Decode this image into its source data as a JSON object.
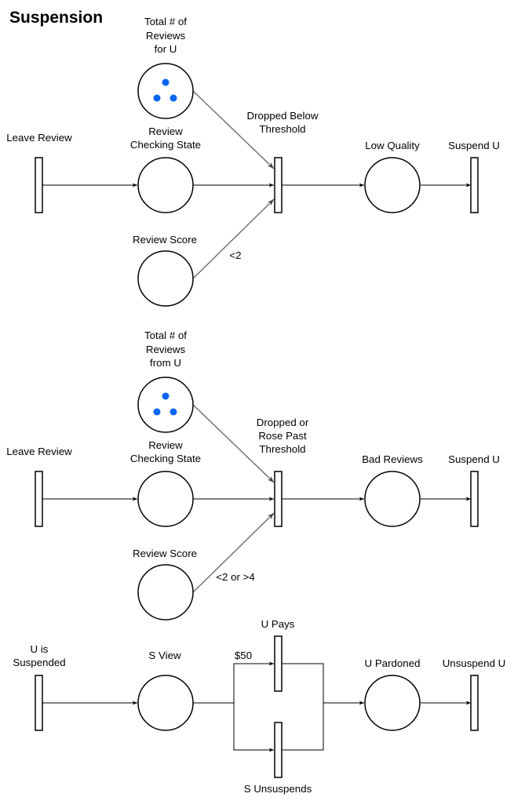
{
  "title": "Suspension",
  "colors": {
    "token": "#0a66f0"
  },
  "net1": {
    "labels": {
      "leave_review": "Leave Review",
      "total_l1": "Total # of",
      "total_l2": "Reviews",
      "total_l3": "for U",
      "checking_l1": "Review",
      "checking_l2": "Checking State",
      "score": "Review Score",
      "dropped_l1": "Dropped Below",
      "dropped_l2": "Threshold",
      "low_quality": "Low Quality",
      "suspend": "Suspend U",
      "guard": "<2"
    },
    "tokens": 3
  },
  "net2": {
    "labels": {
      "leave_review": "Leave Review",
      "total_l1": "Total # of",
      "total_l2": "Reviews",
      "total_l3": "from U",
      "checking_l1": "Review",
      "checking_l2": "Checking State",
      "score": "Review Score",
      "dropped_l1": "Dropped or",
      "dropped_l2": "Rose Past",
      "dropped_l3": "Threshold",
      "bad_reviews": "Bad Reviews",
      "suspend": "Suspend U",
      "guard": "<2 or >4"
    },
    "tokens": 3
  },
  "net3": {
    "labels": {
      "is_suspended_l1": "U is",
      "is_suspended_l2": "Suspended",
      "s_view": "S View",
      "u_pays": "U Pays",
      "price": "$50",
      "s_unsuspends": "S Unsuspends",
      "pardoned": "U Pardoned",
      "unsuspend": "Unsuspend U"
    }
  }
}
